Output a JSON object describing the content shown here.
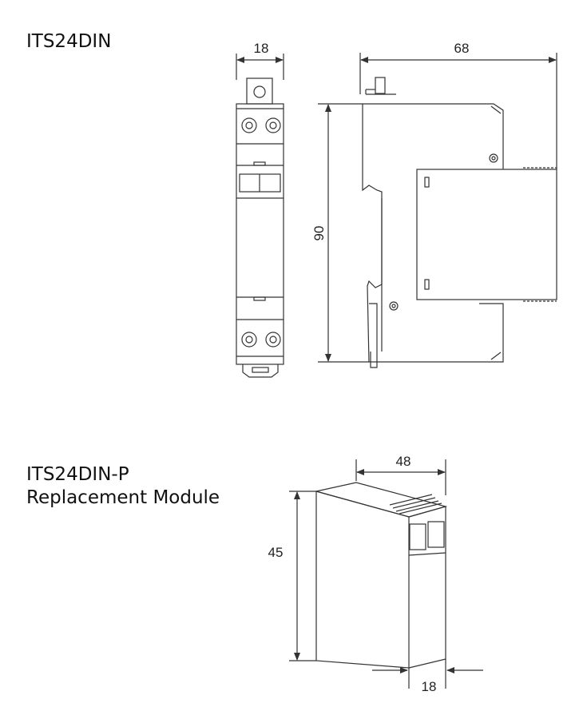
{
  "product1": {
    "name": "ITS24DIN",
    "dimensions": {
      "width": "18",
      "depth": "68",
      "height": "90"
    }
  },
  "product2": {
    "name": "ITS24DIN-P",
    "subtitle": "Replacement Module",
    "dimensions": {
      "width": "48",
      "height": "45",
      "thickness": "18"
    }
  }
}
